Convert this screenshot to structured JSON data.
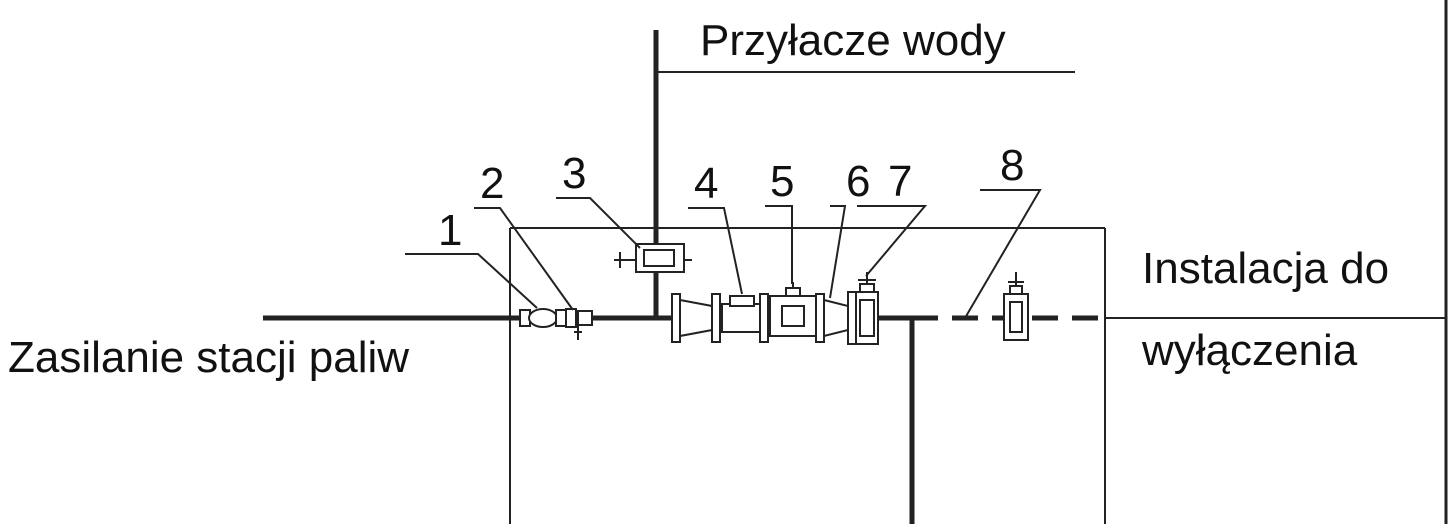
{
  "labels": {
    "water_connection": "Przyłacze wody",
    "supply": "Zasilanie stacji paliw",
    "installation_line1": "Instalacja do",
    "installation_line2": "wyłączenia"
  },
  "callouts": [
    {
      "id": "callout-1",
      "text": "1"
    },
    {
      "id": "callout-2",
      "text": "2"
    },
    {
      "id": "callout-3",
      "text": "3"
    },
    {
      "id": "callout-4",
      "text": "4"
    },
    {
      "id": "callout-5",
      "text": "5"
    },
    {
      "id": "callout-6",
      "text": "6"
    },
    {
      "id": "callout-7",
      "text": "7"
    },
    {
      "id": "callout-8",
      "text": "8"
    }
  ]
}
